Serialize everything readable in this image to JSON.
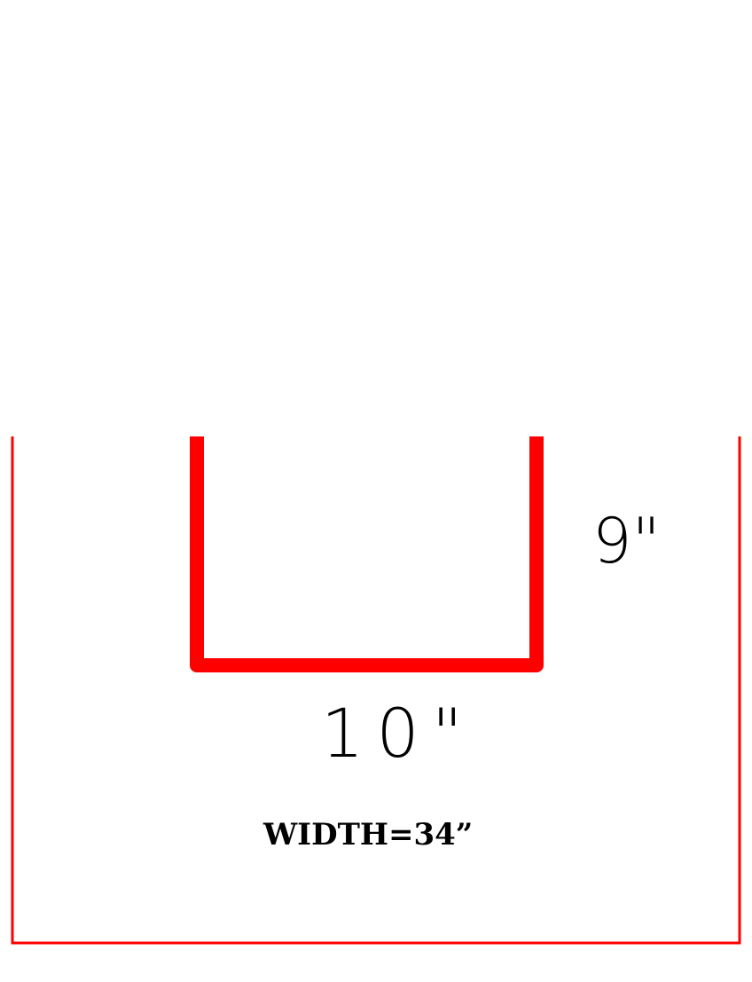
{
  "diagram": {
    "height_dimension": "9\"",
    "width_dimension": "10\"",
    "total_width": "WIDTH=34”",
    "colors": {
      "outline": "#ff0000",
      "u_shape": "#ff0000",
      "text": "#000000",
      "background": "#ffffff"
    }
  }
}
